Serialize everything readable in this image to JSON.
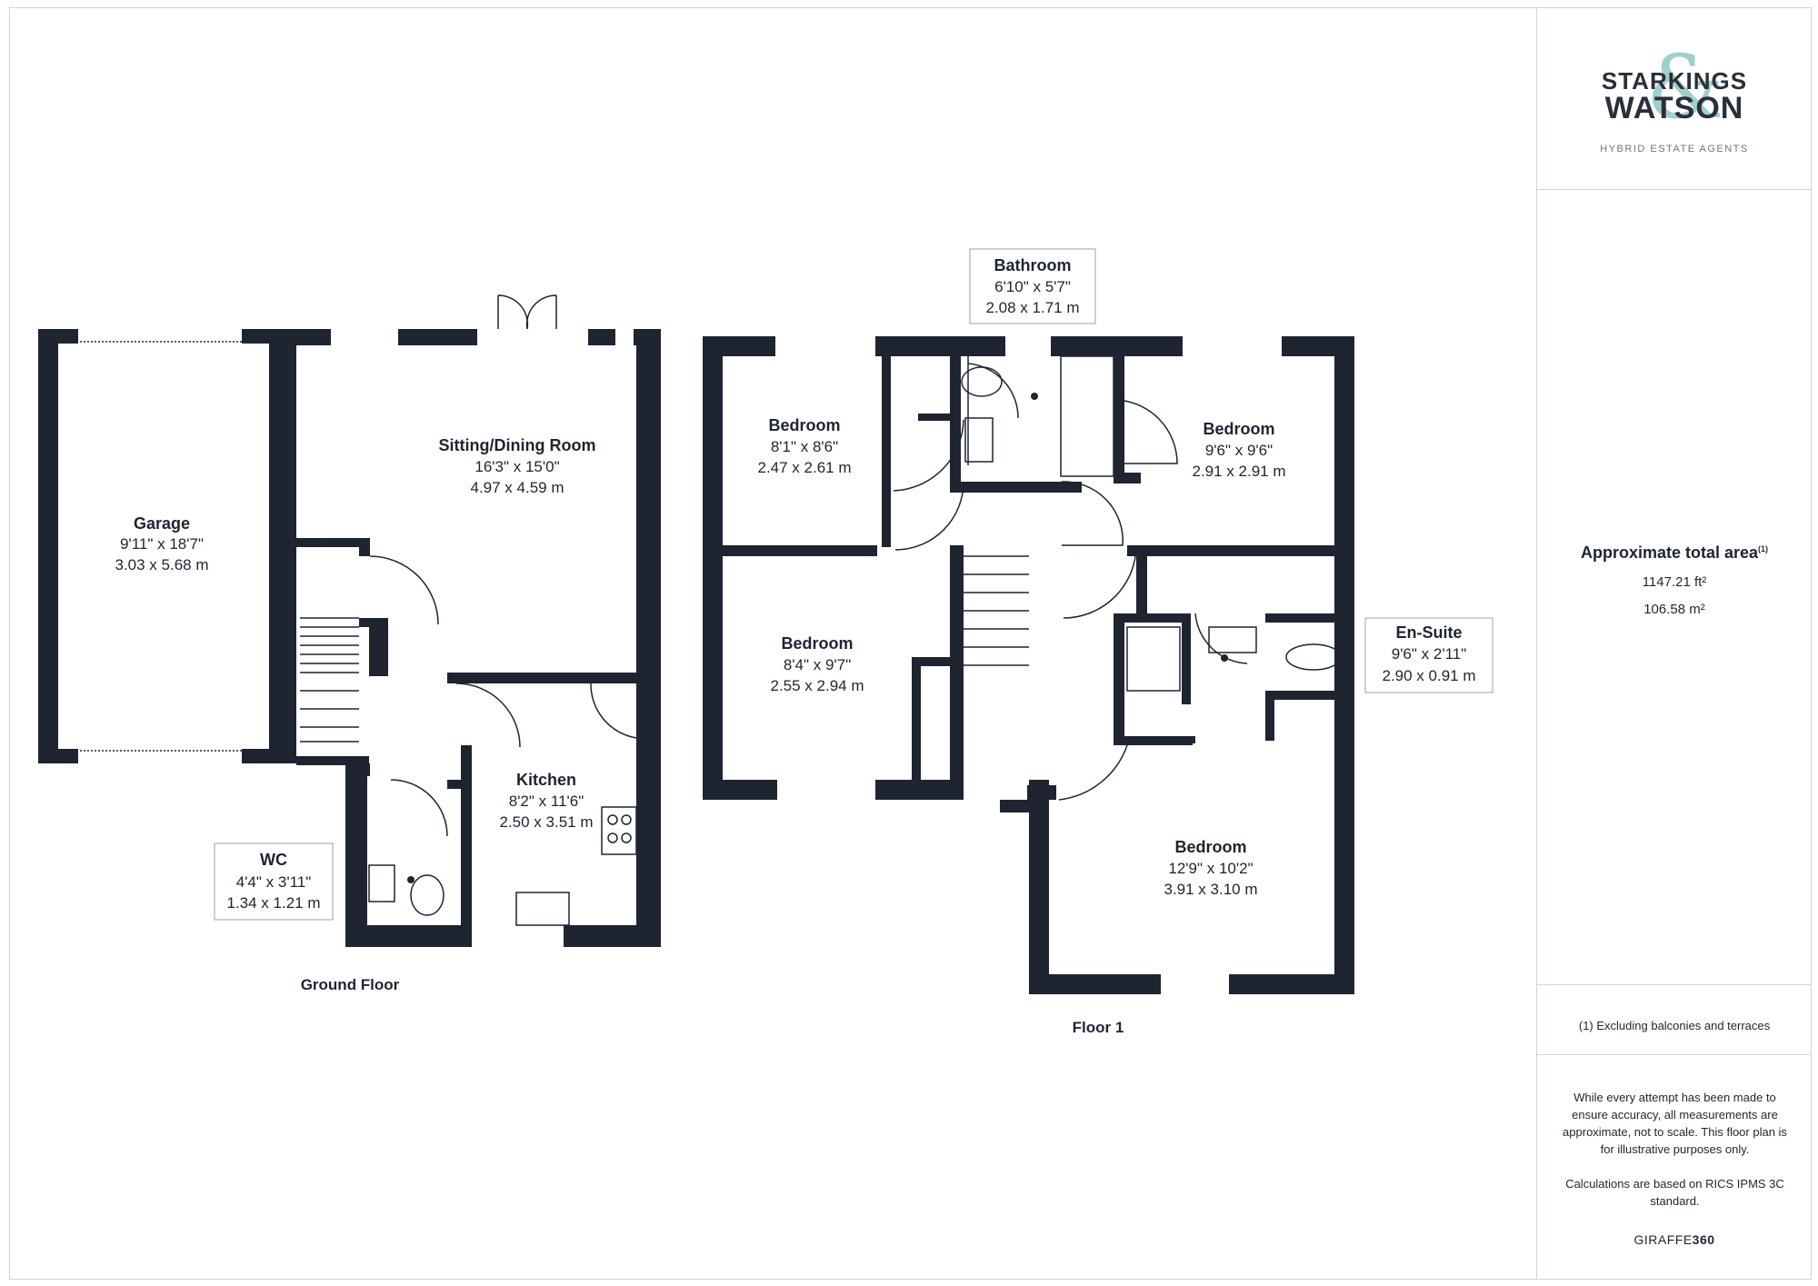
{
  "brand": {
    "line1": "STARKINGS",
    "line2": "WATSON",
    "ampersand": "&",
    "tagline": "HYBRID ESTATE AGENTS",
    "accent_color": "#8fc8c4"
  },
  "summary": {
    "title": "Approximate total area",
    "footnote_mark": "(1)",
    "area_ft": "1147.21 ft²",
    "area_m": "106.58 m²",
    "note": "(1) Excluding balconies and terraces",
    "disclaimer_1": "While every attempt has been made to ensure accuracy, all measurements are approximate, not to scale. This floor plan is for illustrative purposes only.",
    "disclaimer_2": "Calculations are based on RICS IPMS 3C standard.",
    "maker_a": "GIRAFFE",
    "maker_b": "360"
  },
  "floors": {
    "ground": {
      "label": "Ground Floor",
      "rooms": [
        {
          "name": "Garage",
          "imperial": "9'11\" x 18'7\"",
          "metric": "3.03 x 5.68 m"
        },
        {
          "name": "Sitting/Dining Room",
          "imperial": "16'3\" x 15'0\"",
          "metric": "4.97 x 4.59 m"
        },
        {
          "name": "Kitchen",
          "imperial": "8'2\" x 11'6\"",
          "metric": "2.50 x 3.51 m"
        },
        {
          "name": "WC",
          "imperial": "4'4\" x 3'11\"",
          "metric": "1.34 x 1.21 m"
        }
      ]
    },
    "first": {
      "label": "Floor 1",
      "rooms": [
        {
          "name": "Bathroom",
          "imperial": "6'10\" x 5'7\"",
          "metric": "2.08 x 1.71 m"
        },
        {
          "name": "Bedroom",
          "imperial": "8'1\" x 8'6\"",
          "metric": "2.47 x 2.61 m"
        },
        {
          "name": "Bedroom",
          "imperial": "9'6\" x 9'6\"",
          "metric": "2.91 x 2.91 m"
        },
        {
          "name": "Bedroom",
          "imperial": "8'4\" x 9'7\"",
          "metric": "2.55 x 2.94 m"
        },
        {
          "name": "En-Suite",
          "imperial": "9'6\" x 2'11\"",
          "metric": "2.90 x 0.91 m"
        },
        {
          "name": "Bedroom",
          "imperial": "12'9\" x 10'2\"",
          "metric": "3.91 x 3.10 m"
        }
      ]
    }
  },
  "colors": {
    "wall": "#1e2430",
    "border": "#cfd3d8"
  }
}
